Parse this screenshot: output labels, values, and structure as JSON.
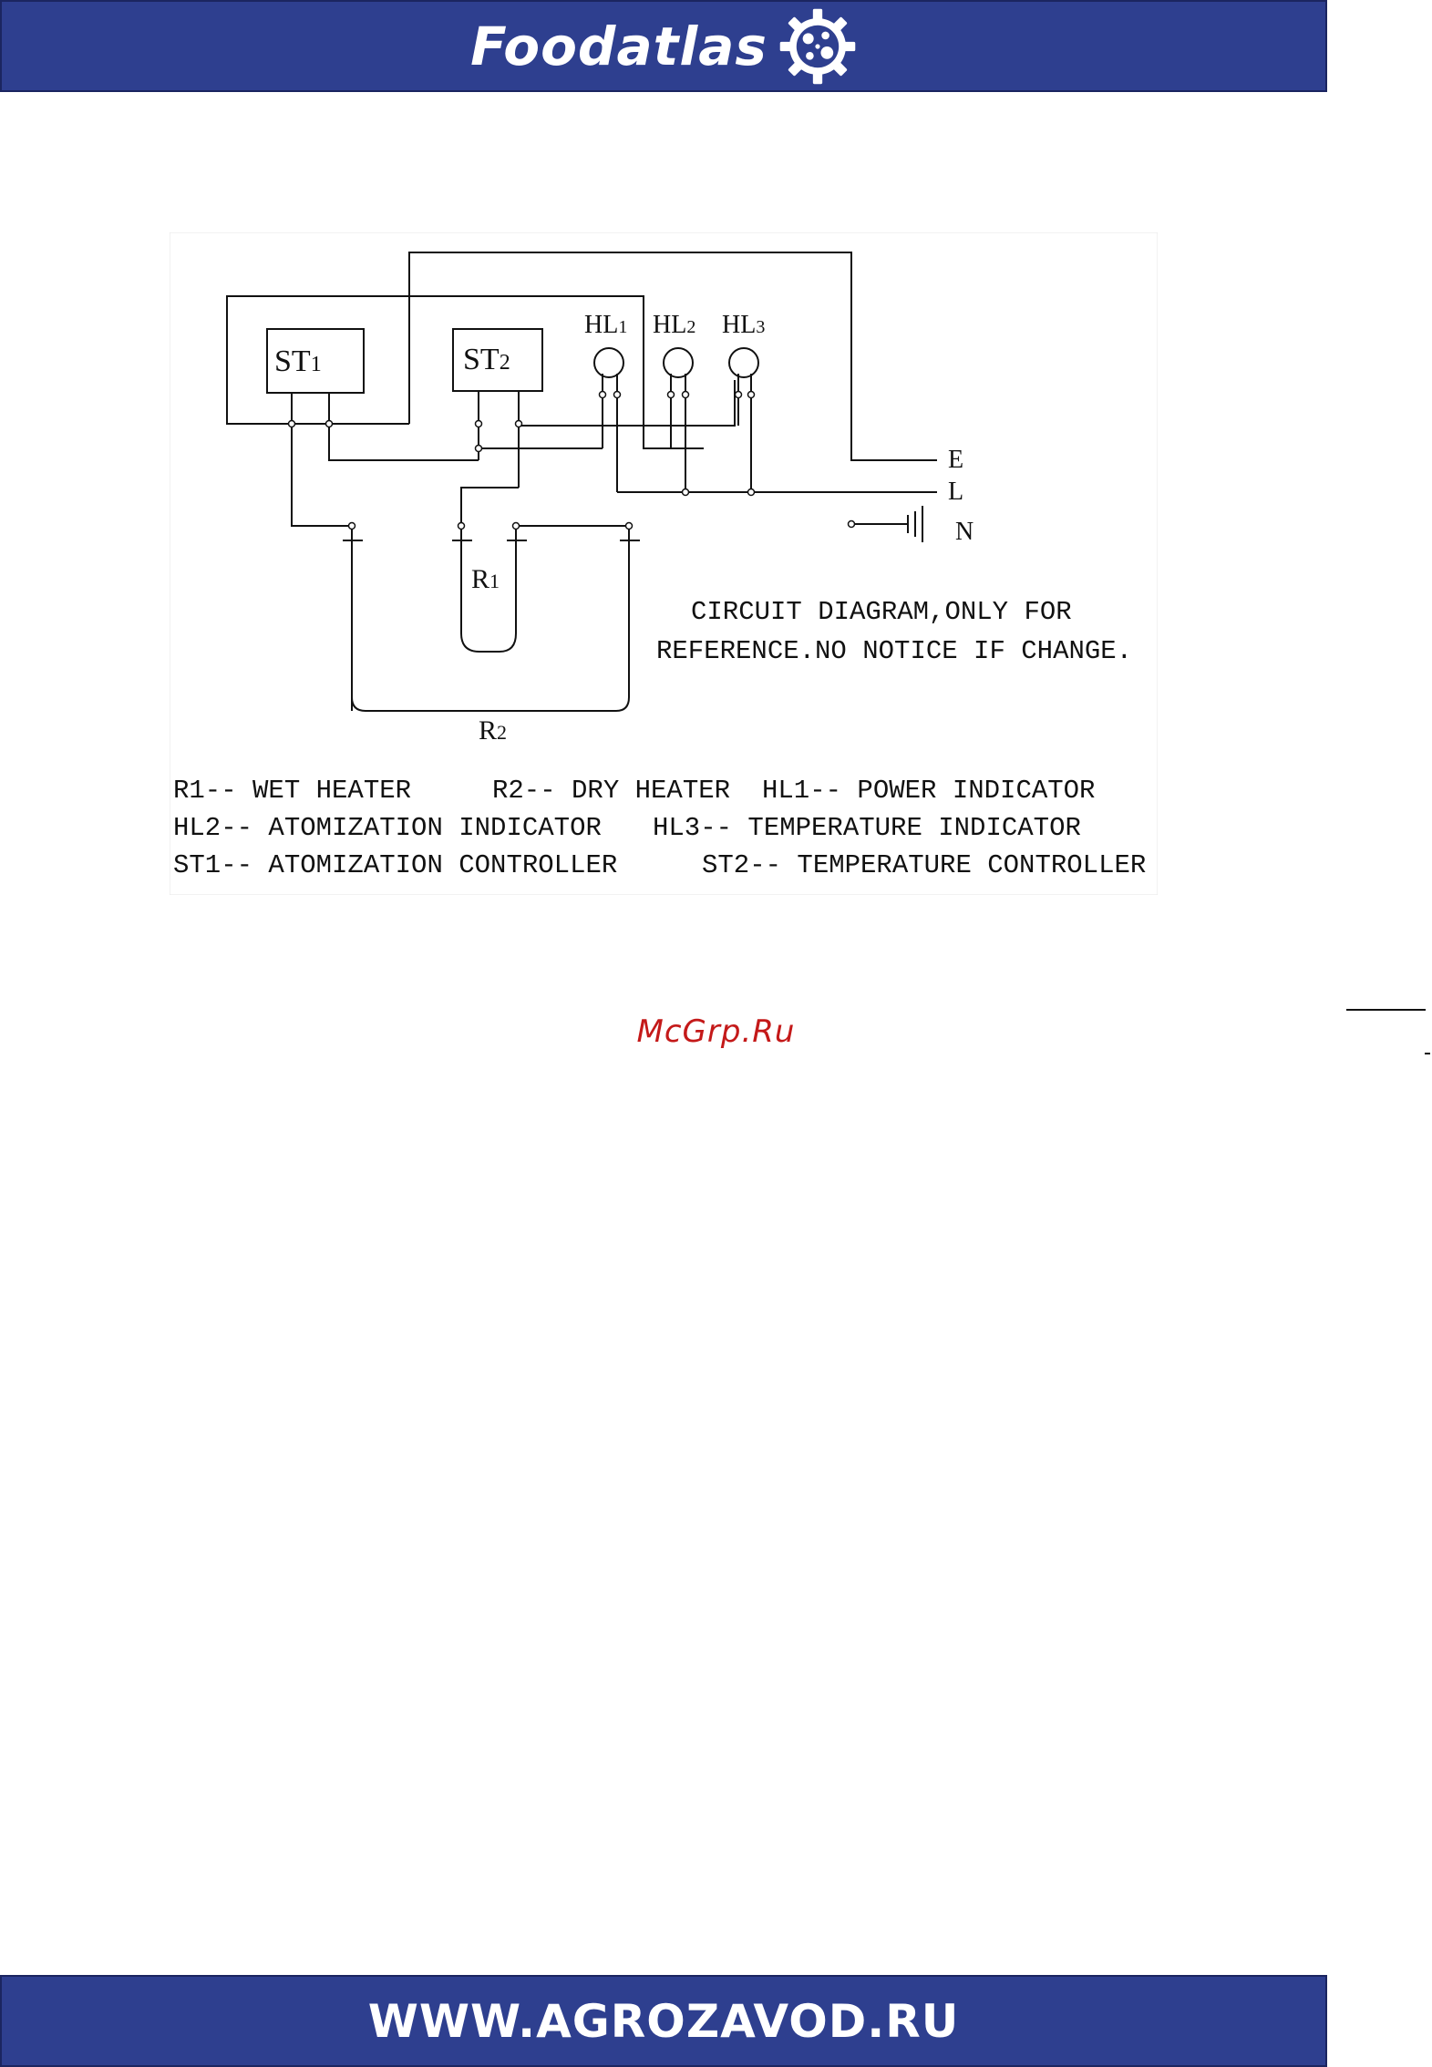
{
  "header": {
    "brand": "Foodatlas",
    "logo_icon": "gear-icon"
  },
  "diagram": {
    "labels": {
      "st1_main": "ST",
      "st1_sub": "1",
      "st2_main": "ST",
      "st2_sub": "2",
      "hl1_main": "HL",
      "hl1_sub": "1",
      "hl2_main": "HL",
      "hl2_sub": "2",
      "hl3_main": "HL",
      "hl3_sub": "3",
      "r1_main": "R",
      "r1_sub": "1",
      "r2_main": "R",
      "r2_sub": "2",
      "e": "E",
      "l": "L",
      "n": "N"
    },
    "note": [
      "CIRCUIT DIAGRAM,ONLY FOR",
      "REFERENCE.NO NOTICE IF CHANGE."
    ],
    "legend": [
      [
        "R1-- WET HEATER",
        "R2-- DRY HEATER",
        "HL1-- POWER INDICATOR"
      ],
      [
        "HL2-- ATOMIZATION INDICATOR",
        "HL3-- TEMPERATURE INDICATOR"
      ],
      [
        "ST1-- ATOMIZATION CONTROLLER",
        "ST2-- TEMPERATURE CONTROLLER"
      ]
    ]
  },
  "watermark": "McGrp.Ru",
  "footer": {
    "url": "WWW.AGROZAVOD.RU"
  }
}
